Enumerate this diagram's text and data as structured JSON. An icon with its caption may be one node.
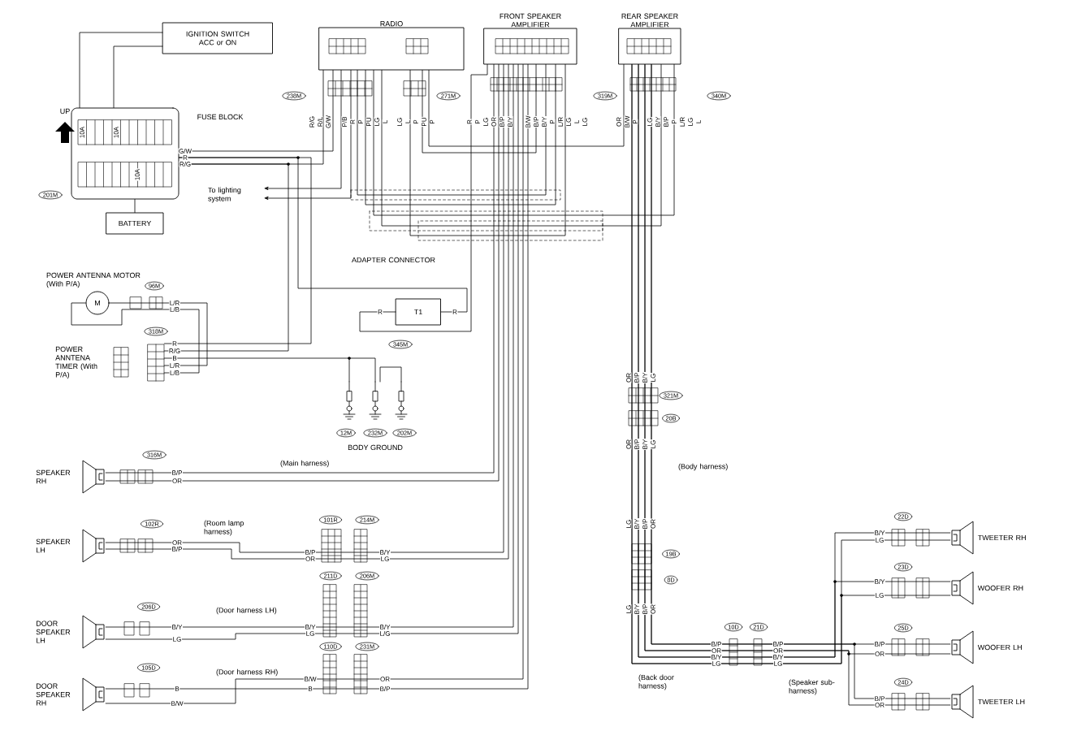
{
  "diagram": {
    "nodes": [
      {
        "text": [
          "IGNITION SWITCH ACC or ON"
        ]
      },
      {
        "text": [
          "FUSE BLOCK"
        ]
      },
      {
        "text": [
          "BATTERY"
        ]
      },
      {
        "text": [
          "RADIO"
        ]
      },
      {
        "text": [
          "FRONT SPEAKER AMPLIFIER"
        ]
      },
      {
        "text": [
          "REAR SPEAKER AMPLIFIER"
        ]
      },
      {
        "text": [
          "To lighting system"
        ]
      },
      {
        "text": [
          "T1"
        ]
      },
      {
        "text": [
          "M"
        ],
        "beside": [
          "POWER ANTENNA MOTOR (With P/A)"
        ]
      },
      {
        "text": [
          "POWER ANNTENA TIMER (With P/A)"
        ]
      },
      {
        "text": [
          "BODY GROUND"
        ]
      },
      {
        "text": [
          "SPEAKER RH"
        ]
      },
      {
        "text": [
          "SPEAKER LH"
        ]
      },
      {
        "text": [
          "DOOR SPEAKER LH"
        ]
      },
      {
        "text": [
          "DOOR SPEAKER RH"
        ]
      },
      {
        "text": [
          "TWEETER RH"
        ]
      },
      {
        "text": [
          "WOOFER RH"
        ]
      },
      {
        "text": [
          "WOOFER LH"
        ]
      },
      {
        "text": [
          "TWEETER LH"
        ]
      }
    ],
    "edges": [
      {
        "from": 1,
        "to": 0,
        "arrow": "none"
      },
      {
        "from": 1,
        "to": 0,
        "arrow": "none"
      },
      {
        "from": 2,
        "to": 1,
        "arrow": "none"
      },
      {
        "from": 1,
        "to": 3,
        "arrow": "none"
      },
      {
        "from": 1,
        "to": 7,
        "arrow": "none"
      },
      {
        "from": 7,
        "to": 4,
        "arrow": "none"
      },
      {
        "from": 1,
        "to": 3,
        "arrow": "none"
      },
      {
        "from": 3,
        "to": 6,
        "arrow": "to"
      },
      {
        "from": 3,
        "to": 6,
        "arrow": "to"
      },
      {
        "from": 8,
        "to": 9,
        "arrow": "none"
      },
      {
        "from": 8,
        "to": 9,
        "arrow": "none"
      },
      {
        "from": 9,
        "to": 1,
        "arrow": "none"
      },
      {
        "from": 9,
        "to": 1,
        "arrow": "none"
      },
      {
        "from": 9,
        "to": 10,
        "arrow": "none"
      },
      {
        "from": 3,
        "to": 5,
        "arrow": "none"
      },
      {
        "from": 3,
        "to": 4,
        "arrow": "none"
      },
      {
        "from": 3,
        "to": 4,
        "arrow": "none"
      },
      {
        "from": 3,
        "to": 4,
        "arrow": "none"
      },
      {
        "from": 3,
        "to": 5,
        "arrow": "none"
      },
      {
        "from": 3,
        "to": 5,
        "arrow": "none"
      },
      {
        "from": 3,
        "to": 4,
        "arrow": "none"
      },
      {
        "from": 11,
        "to": 4,
        "arrow": "none"
      },
      {
        "from": 11,
        "to": 4,
        "arrow": "none"
      },
      {
        "from": 12,
        "to": 4,
        "arrow": "none"
      },
      {
        "from": 12,
        "to": 4,
        "arrow": "none"
      },
      {
        "from": 13,
        "to": 4,
        "arrow": "none"
      },
      {
        "from": 13,
        "to": 4,
        "arrow": "none"
      },
      {
        "from": 14,
        "to": 4,
        "arrow": "none"
      },
      {
        "from": 14,
        "to": 4,
        "arrow": "none"
      },
      {
        "from": 5,
        "to": 15,
        "arrow": "none"
      },
      {
        "from": 5,
        "to": 15,
        "arrow": "none"
      },
      {
        "from": 5,
        "to": 16,
        "arrow": "none"
      },
      {
        "from": 5,
        "to": 16,
        "arrow": "none"
      },
      {
        "from": 5,
        "to": 17,
        "arrow": "none"
      },
      {
        "from": 5,
        "to": 17,
        "arrow": "none"
      },
      {
        "from": 5,
        "to": 18,
        "arrow": "none"
      },
      {
        "from": 5,
        "to": 18,
        "arrow": "none"
      }
    ],
    "labels": [
      "UP",
      "201M",
      "G/W",
      "R",
      "R/G",
      "238M",
      "R/G",
      "R/L",
      "G/W",
      "P/B",
      "R",
      "P",
      "PU",
      "LG",
      "L",
      "LG",
      "L",
      "P",
      "PU",
      "P",
      "271M",
      "319M",
      "R",
      "P",
      "LG",
      "OR",
      "B/P",
      "B/Y",
      "B/W",
      "B/P",
      "B/Y",
      "P",
      "L/R",
      "LG",
      "L",
      "LG",
      "340M",
      "OR",
      "B/W",
      "P",
      "LG",
      "B/Y",
      "B/P",
      "P",
      "L/R",
      "LG",
      "L",
      "96M",
      "L/R",
      "L/B",
      "318M",
      "R",
      "R/G",
      "B",
      "L/R",
      "L/B",
      "345M",
      "R",
      "R",
      "12M",
      "232M",
      "202M",
      "316M",
      "B/P",
      "OR",
      "(Main harness)",
      "102R",
      "(Room lamp harness)",
      "OR",
      "B/P",
      "101R",
      "214M",
      "B/P",
      "OR",
      "B/Y",
      "LG",
      "211D",
      "206M",
      "206D",
      "(Door harness LH)",
      "B/Y",
      "LG",
      "B/Y",
      "LG",
      "B/Y",
      "L/G",
      "110D",
      "231M",
      "105D",
      "(Door harness RH)",
      "B",
      "B/W",
      "B/W",
      "B",
      "OR",
      "B/P",
      "OR",
      "B/P",
      "B/Y",
      "LG",
      "321M",
      "20B",
      "OR",
      "B/P",
      "B/Y",
      "LG",
      "(Body harness)",
      "LG",
      "B/Y",
      "B/P",
      "OR",
      "19B",
      "8D",
      "LG",
      "B/Y",
      "B/P",
      "OR",
      "10D",
      "21D",
      "B/P",
      "OR",
      "B/Y",
      "LG",
      "B/P",
      "OR",
      "B/Y",
      "LG",
      "(Back door harness)",
      "(Speaker sub-harness)",
      "22D",
      "B/Y",
      "LG",
      "23D",
      "B/Y",
      "LG",
      "25D",
      "B/P",
      "OR",
      "24D",
      "B/P",
      "OR",
      "10A",
      "10A",
      "10A",
      "ADAPTER CONNECTOR"
    ]
  }
}
